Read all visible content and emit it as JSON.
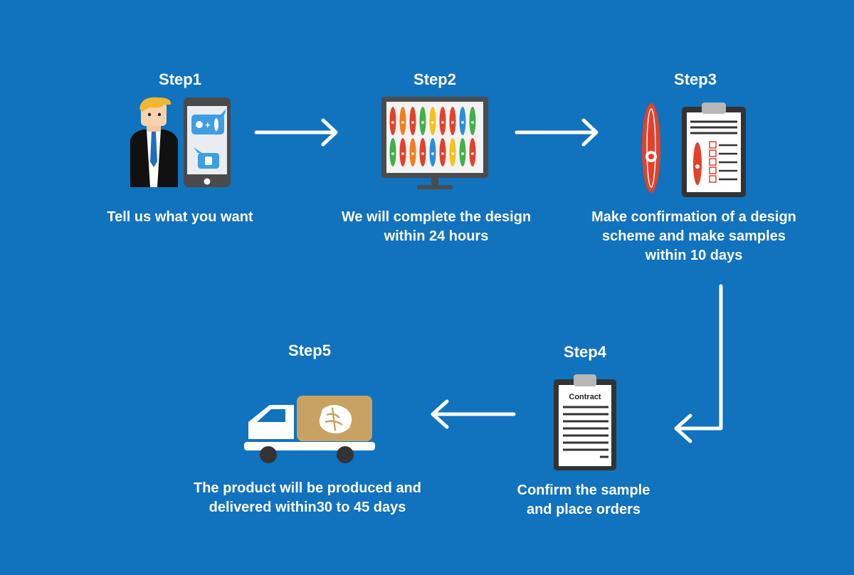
{
  "steps": [
    {
      "title": "Step1",
      "lines": [
        "Tell us what you want"
      ],
      "icon": "customer-phone-icon"
    },
    {
      "title": "Step2",
      "lines": [
        "We will complete the design",
        "within 24 hours"
      ],
      "icon": "monitor-designs-icon"
    },
    {
      "title": "Step3",
      "lines": [
        "Make confirmation of a design",
        "scheme and make samples",
        "within 10 days"
      ],
      "icon": "board-checklist-icon"
    },
    {
      "title": "Step4",
      "lines": [
        "Confirm the sample",
        "and place orders"
      ],
      "icon": "contract-clipboard-icon",
      "contract_label": "Contract"
    },
    {
      "title": "Step5",
      "lines": [
        "The product will be produced and",
        "delivered within30 to 45 days"
      ],
      "icon": "delivery-truck-icon"
    }
  ],
  "colors": {
    "background": "#1172be",
    "text": "#ffffff",
    "arrow": "#ffffff",
    "cargo": "#c9a263",
    "board_red": "#e2412b"
  },
  "flow": [
    "Step1",
    "Step2",
    "Step3",
    "Step4",
    "Step5"
  ]
}
